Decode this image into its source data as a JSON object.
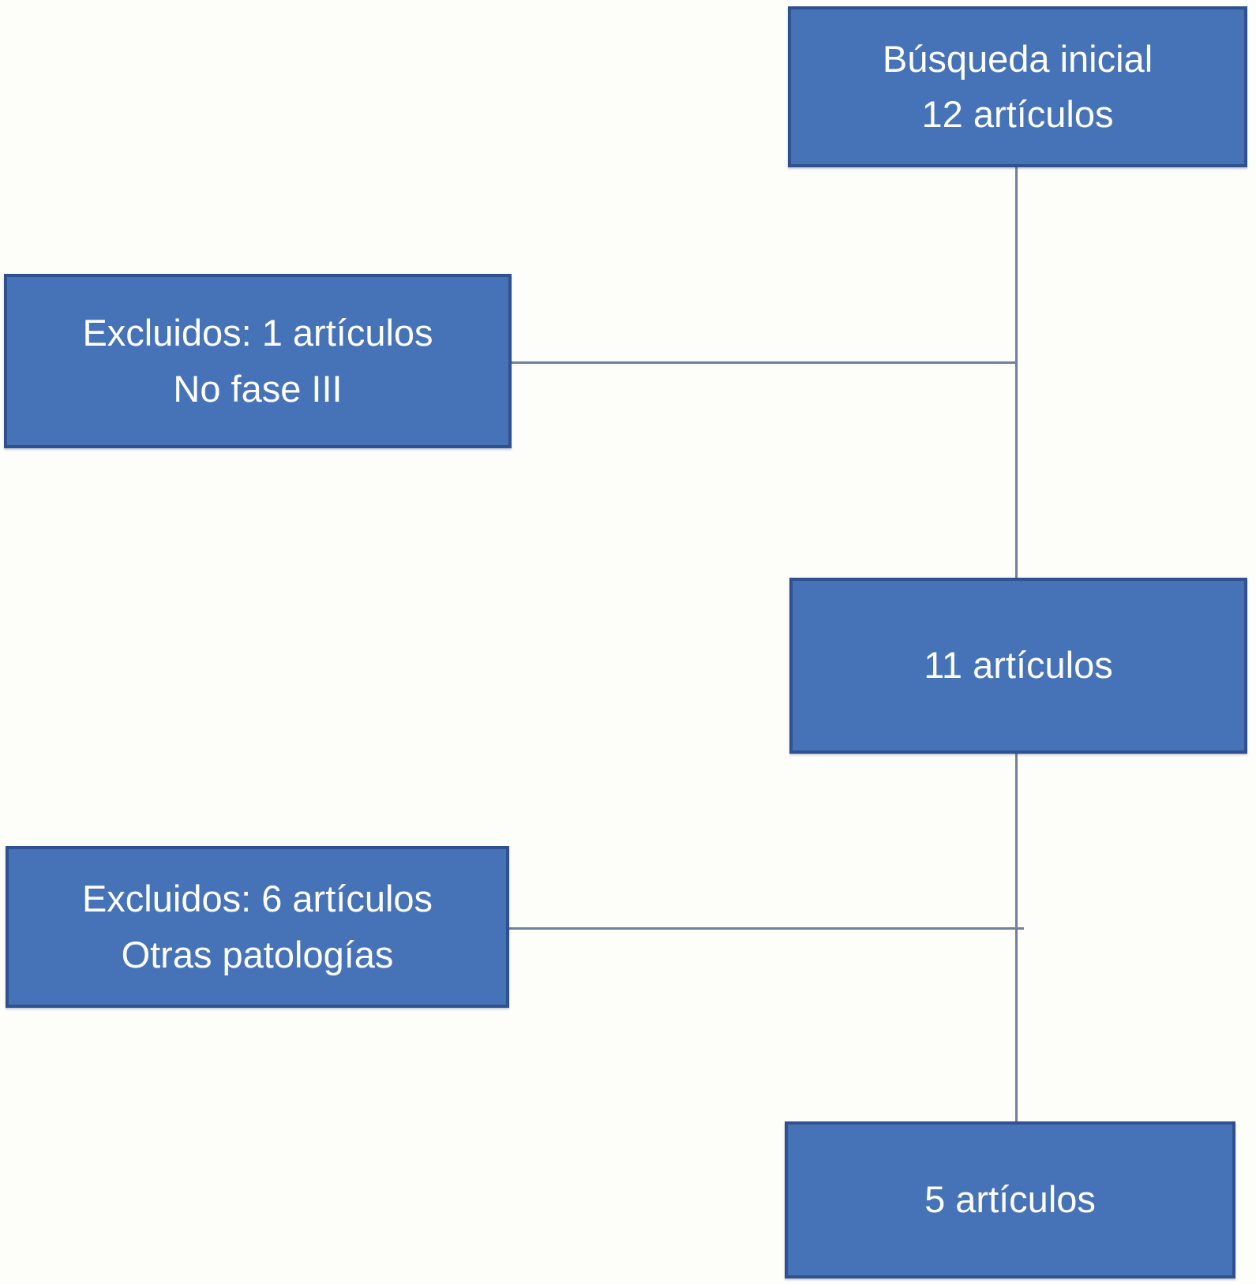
{
  "diagram": {
    "type": "flowchart",
    "language": "es",
    "colors": {
      "page_bg": "#fdfdfa",
      "box_fill": "#4673b8",
      "box_border": "#30518f",
      "connector_color": "#71809c",
      "text_color": "#ffffff"
    },
    "nodes": [
      {
        "id": "busqueda-inicial",
        "lines": [
          "Búsqueda inicial",
          "12 artículos"
        ]
      },
      {
        "id": "excluidos-1",
        "lines": [
          "Excluidos: 1 artículos",
          "No fase III"
        ]
      },
      {
        "id": "11-articulos",
        "lines": [
          "11 artículos"
        ]
      },
      {
        "id": "excluidos-6",
        "lines": [
          "Excluidos: 6 artículos",
          "Otras patologías"
        ]
      },
      {
        "id": "5-articulos",
        "lines": [
          "5 artículos"
        ]
      }
    ],
    "edges": [
      {
        "from": "busqueda-inicial",
        "to": "11-articulos"
      },
      {
        "from": "busqueda-inicial",
        "to": "excluidos-1"
      },
      {
        "from": "11-articulos",
        "to": "5-articulos"
      },
      {
        "from": "11-articulos",
        "to": "excluidos-6"
      }
    ]
  }
}
